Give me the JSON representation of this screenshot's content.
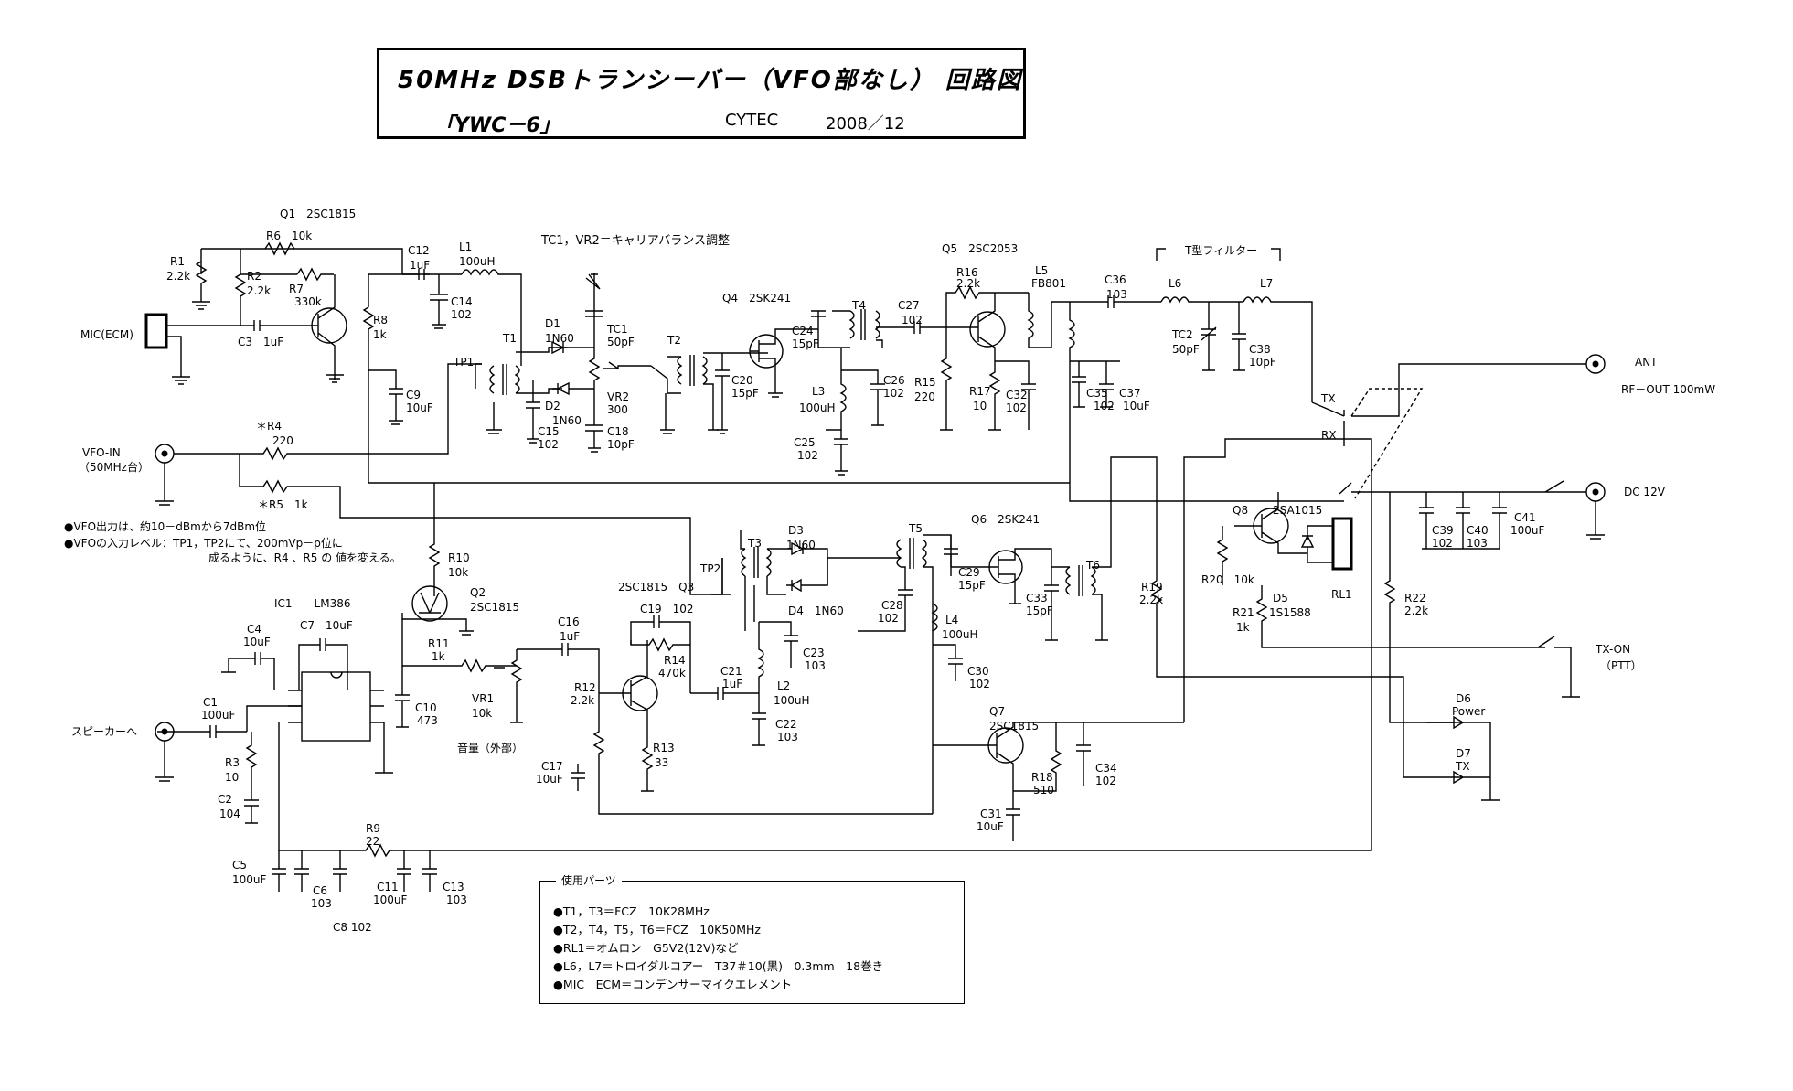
{
  "title": {
    "main": "50MHz DSBトランシーバー（VFO部なし） 回路図",
    "model": "「YWC－6」",
    "maker": "CYTEC",
    "date": "2008／12"
  },
  "notes": {
    "carrier_balance": "TC1，VR2＝キャリアバランス調整",
    "vfo_output": "●VFO出力は、約10－dBmから7dBm位",
    "vfo_level_1": "●VFOの入力レベル：TP1，TP2にて、200mVp－p位に",
    "vfo_level_2": "成るように、R4 、R5 の 値を変える。",
    "filter_label": "T型フィルター"
  },
  "io": {
    "mic": "MIC(ECM)",
    "vfo_in": "VFO-IN",
    "vfo_in_sub": "（50MHz台）",
    "speaker": "スピーカーへ",
    "ant": "ANT",
    "rf_out": "RF－OUT 100mW",
    "dc": "DC 12V",
    "tx_on": "TX-ON",
    "ptt": "（PTT）",
    "tx": "TX",
    "rx": "RX",
    "volume": "音量（外部）"
  },
  "components": {
    "q1": "Q1　2SC1815",
    "r1": "R1",
    "r1v": "2.2k",
    "r6": "R6　10k",
    "r2": "R2",
    "r2v": "2.2k",
    "r7": "R7",
    "r7v": "330k",
    "r8": "R8",
    "r8v": "1k",
    "c3": "C3　1uF",
    "c12": "C12",
    "c12v": "1uF",
    "l1": "L1",
    "l1v": "100uH",
    "c14": "C14",
    "c14v": "102",
    "c9": "C9",
    "c9v": "10uF",
    "tp1": "TP1",
    "t1": "T1",
    "d1": "D1",
    "d1v": "1N60",
    "d2": "D2",
    "d2v": "1N60",
    "c15": "C15",
    "c15v": "102",
    "tc1": "TC1",
    "tc1v": "50pF",
    "vr2": "VR2",
    "vr2v": "300",
    "c18": "C18",
    "c18v": "10pF",
    "t2": "T2",
    "q4": "Q4　2SK241",
    "c20": "C20",
    "c20v": "15pF",
    "c24": "C24",
    "c24v": "15pF",
    "t4": "T4",
    "l3": "L3",
    "l3v": "100uH",
    "c25": "C25",
    "c25v": "102",
    "c26": "C26",
    "c26v": "102",
    "c27": "C27",
    "c27v": "102",
    "q5": "Q5　2SC2053",
    "r16": "R16",
    "r16v": "2.2k",
    "r15": "R15",
    "r15v": "220",
    "r17": "R17",
    "r17v": "10",
    "c32": "C32",
    "c32v": "102",
    "l5": "L5",
    "l5v": "FB801",
    "c36": "C36",
    "c36v": "103",
    "c35": "C35",
    "c35v": "102",
    "c37": "C37",
    "c37v": "10uF",
    "l6": "L6",
    "l7": "L7",
    "tc2": "TC2",
    "tc2v": "50pF",
    "c38": "C38",
    "c38v": "10pF",
    "r4": "＊R4",
    "r4v": "220",
    "r5": "＊R5　1k",
    "r10": "R10",
    "r10v": "10k",
    "q2": "Q2",
    "q2v": "2SC1815",
    "ic1": "IC1　　LM386",
    "c4": "C4",
    "c4v": "10uF",
    "c7": "C7　10uF",
    "r11": "R11",
    "r11v": "1k",
    "c10": "C10",
    "c10v": "473",
    "vr1": "VR1",
    "vr1v": "10k",
    "c1": "C1",
    "c1v": "100uF",
    "r3": "R3",
    "r3v": "10",
    "c2": "C2",
    "c2v": "104",
    "c5": "C5",
    "c5v": "100uF",
    "c6": "C6",
    "c6v": "103",
    "c8": "C8 102",
    "r9": "R9",
    "r9v": "22",
    "c11": "C11",
    "c11v": "100uF",
    "c13": "C13",
    "c13v": "103",
    "c16": "C16",
    "c16v": "1uF",
    "q3": "2SC1815　Q3",
    "c19": "C19　102",
    "r14": "R14",
    "r14v": "470k",
    "r12": "R12",
    "r12v": "2.2k",
    "r13": "R13",
    "r13v": "33",
    "c17": "C17",
    "c17v": "10uF",
    "c21": "C21",
    "c21v": "1uF",
    "tp2": "TP2",
    "t3": "T3",
    "d3": "D3",
    "d3v": "1N60",
    "d4": "D4　1N60",
    "c23": "C23",
    "c23v": "103",
    "l2": "L2",
    "l2v": "100uH",
    "c22": "C22",
    "c22v": "103",
    "t5": "T5",
    "c28": "C28",
    "c28v": "102",
    "l4": "L4",
    "l4v": "100uH",
    "c30": "C30",
    "c30v": "102",
    "q6": "Q6　2SK241",
    "c29": "C29",
    "c29v": "15pF",
    "c33": "C33",
    "c33v": "15pF",
    "t6": "T6",
    "q7": "Q7",
    "q7v": "2SC1815",
    "r18": "R18",
    "r18v": "510",
    "c34": "C34",
    "c34v": "102",
    "c31": "C31",
    "c31v": "10uF",
    "r19": "R19",
    "r19v": "2.2k",
    "q8": "Q8",
    "q8v": "2SA1015",
    "r20": "R20　10k",
    "d5": "D5",
    "d5v": "1S1588",
    "r21": "R21",
    "r21v": "1k",
    "rl1": "RL1",
    "r22": "R22",
    "r22v": "2.2k",
    "c39": "C39",
    "c39v": "102",
    "c40": "C40",
    "c40v": "103",
    "c41": "C41",
    "c41v": "100uF",
    "d6": "D6",
    "d6v": "Power",
    "d7": "D7",
    "d7v": "TX"
  },
  "parts_list": {
    "title": "使用パーツ",
    "items": [
      "●T1，T3＝FCZ　10K28MHz",
      "●T2，T4，T5，T6＝FCZ　10K50MHz",
      "●RL1＝オムロン　G5V2(12V)など",
      "●L6，L7＝トロイダルコアー　T37＃10(黒)　0.3mm　18巻き",
      "●MIC　ECM＝コンデンサーマイクエレメント"
    ]
  }
}
